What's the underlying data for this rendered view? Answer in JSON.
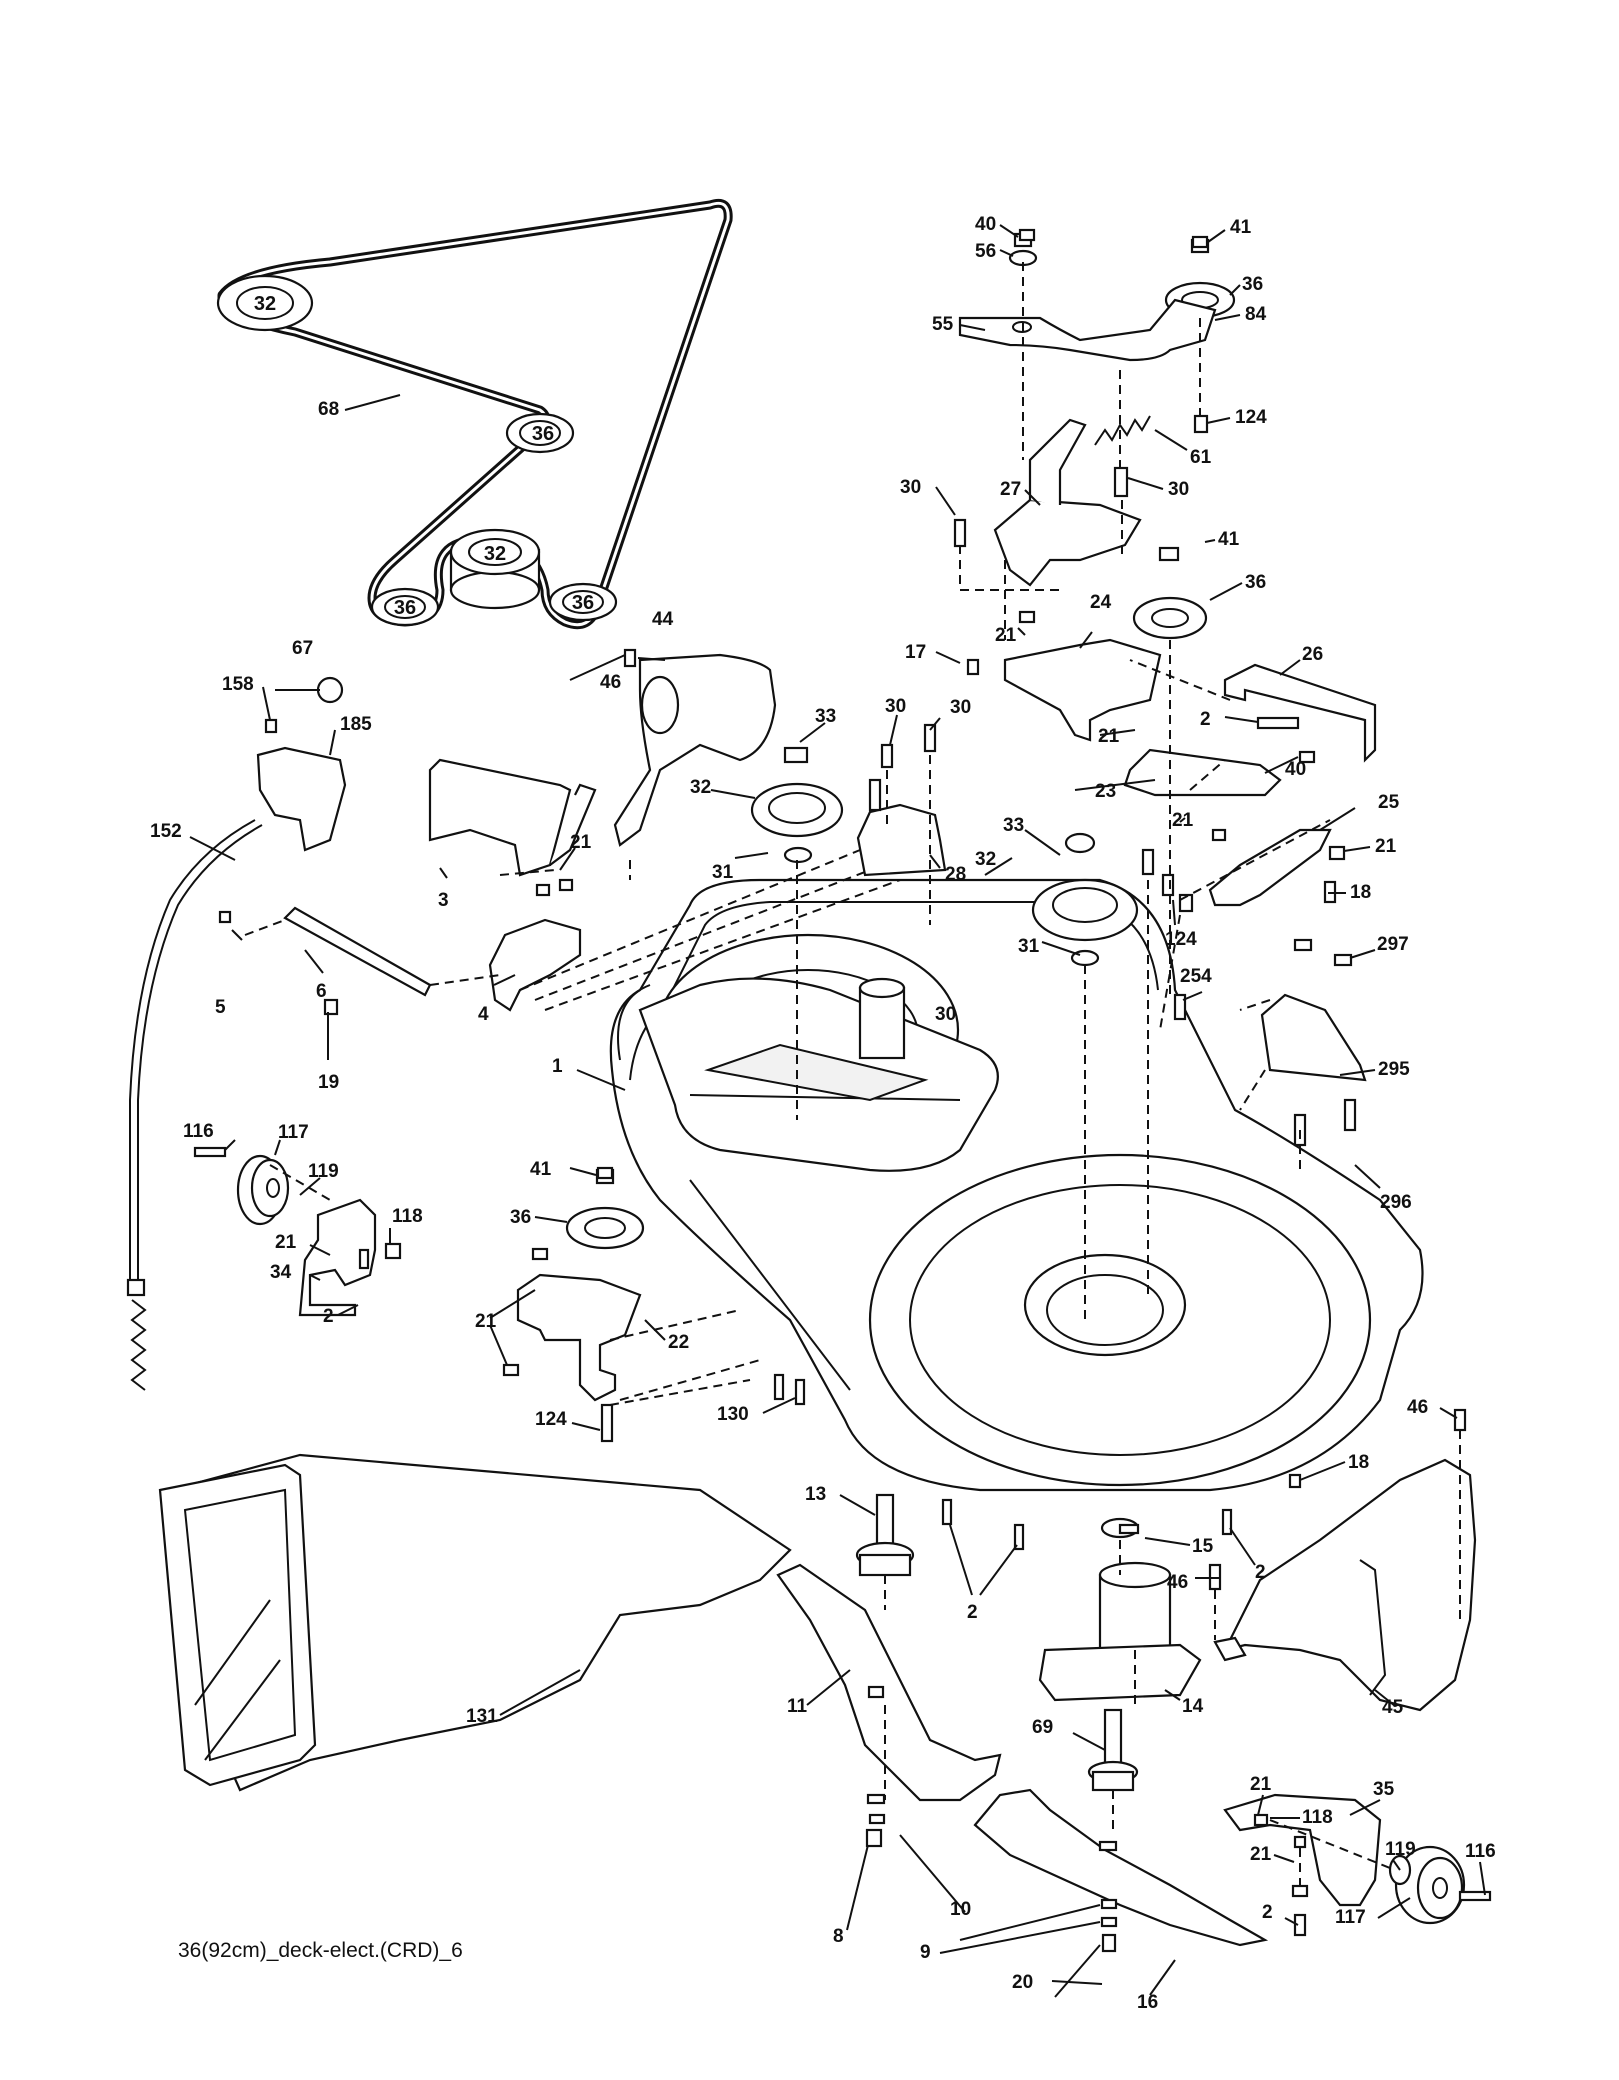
{
  "caption": "36(92cm)_deck-elect.(CRD)_6",
  "belt_pulleys": [
    "32",
    "36",
    "32",
    "36",
    "36"
  ],
  "part_labels": [
    "40",
    "41",
    "56",
    "36",
    "84",
    "55",
    "124",
    "61",
    "30",
    "30",
    "27",
    "30",
    "41",
    "36",
    "21",
    "24",
    "17",
    "26",
    "44",
    "67",
    "158",
    "185",
    "46",
    "30",
    "30",
    "33",
    "2",
    "40",
    "21",
    "23",
    "32",
    "21",
    "25",
    "21",
    "152",
    "3",
    "21",
    "31",
    "28",
    "33",
    "32",
    "18",
    "124",
    "5",
    "6",
    "4",
    "31",
    "254",
    "297",
    "19",
    "1",
    "295",
    "116",
    "117",
    "119",
    "41",
    "296",
    "118",
    "21",
    "36",
    "34",
    "2",
    "21",
    "22",
    "130",
    "124",
    "46",
    "18",
    "13",
    "15",
    "2",
    "2",
    "46",
    "131",
    "11",
    "14",
    "45",
    "69",
    "21",
    "118",
    "35",
    "21",
    "119",
    "116",
    "8",
    "10",
    "2",
    "9",
    "117",
    "20",
    "16",
    "68"
  ]
}
